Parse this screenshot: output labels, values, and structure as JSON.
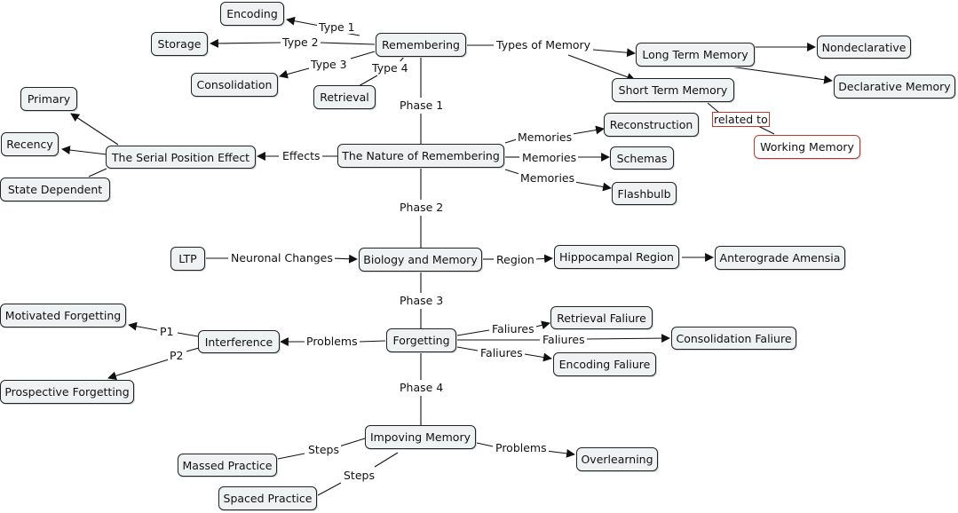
{
  "nodes": {
    "encoding": "Encoding",
    "storage": "Storage",
    "consolidation": "Consolidation",
    "retrieval": "Retrieval",
    "remembering": "Remembering",
    "long_term_memory": "Long Term Memory",
    "nondeclarative": "Nondeclarative",
    "short_term_memory": "Short Term Memory",
    "declarative_memory": "Declarative Memory",
    "working_memory": "Working Memory",
    "primary": "Primary",
    "recency": "Recency",
    "state_dependent": "State Dependent",
    "serial_position_effect": "The Serial Position Effect",
    "nature_of_remembering": "The Nature of Remembering",
    "reconstruction": "Reconstruction",
    "schemas": "Schemas",
    "flashbulb": "Flashbulb",
    "ltp": "LTP",
    "biology_and_memory": "Biology and Memory",
    "hippocampal_region": "Hippocampal Region",
    "anterograde_amensia": "Anterograde Amensia",
    "motivated_forgetting": "Motivated Forgetting",
    "interference": "Interference",
    "prospective_forgetting": "Prospective Forgetting",
    "forgetting": "Forgetting",
    "retrieval_faliure": "Retrieval Faliure",
    "consolidation_faliure": "Consolidation Faliure",
    "encoding_faliure": "Encoding Faliure",
    "impoving_memory": "Impoving Memory",
    "massed_practice": "Massed Practice",
    "spaced_practice": "Spaced Practice",
    "overlearning": "Overlearning"
  },
  "links": {
    "type1": "Type 1",
    "type2": "Type 2",
    "type3": "Type 3",
    "type4": "Type 4",
    "types_of_memory": "Types of Memory",
    "related_to": "related to",
    "phase1": "Phase 1",
    "phase2": "Phase 2",
    "phase3": "Phase 3",
    "phase4": "Phase 4",
    "effects": "Effects",
    "memories_reconstruction": "Memories",
    "memories_schemas": "Memories",
    "memories_flashbulb": "Memories",
    "neuronal_changes": "Neuronal Changes",
    "region": "Region",
    "problems_interference": "Problems",
    "p1": "P1",
    "p2": "P2",
    "faliures_retrieval": "Faliures",
    "faliures_consolidation": "Faliures",
    "faliures_encoding": "Faliures",
    "steps_massed": "Steps",
    "steps_spaced": "Steps",
    "problems_overlearning": "Problems"
  },
  "colors": {
    "node_fill": "#eef2f3",
    "node_border": "#222222",
    "highlight_border": "#c0392b",
    "line": "#111111"
  }
}
